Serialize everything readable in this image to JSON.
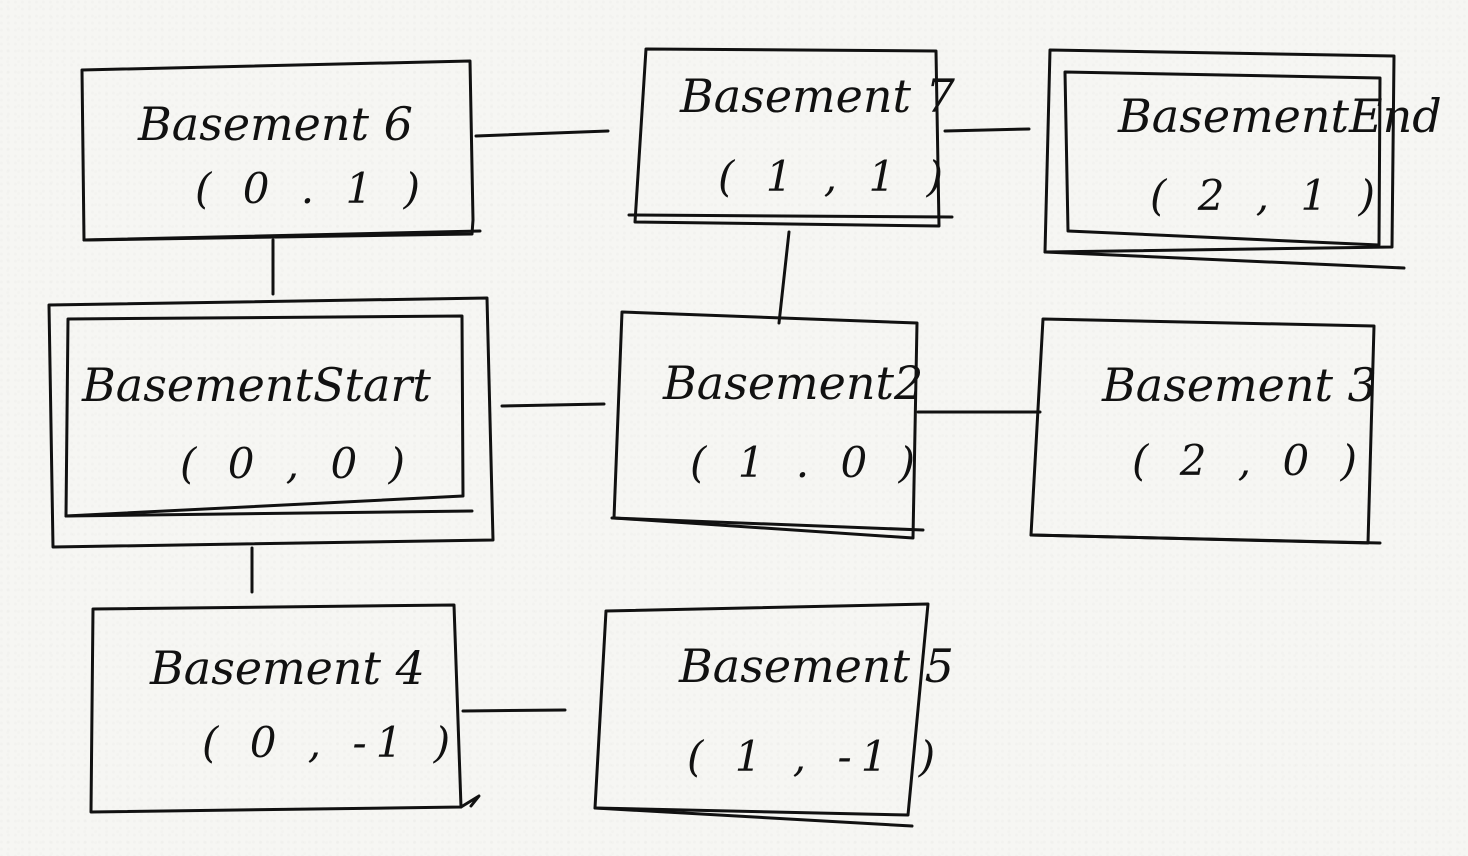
{
  "rooms": {
    "basement6": {
      "name": "Basement 6",
      "coord": "( 0 . 1 )"
    },
    "basement7": {
      "name": "Basement 7",
      "coord": "( 1 , 1 )"
    },
    "basementEnd": {
      "name": "BasementEnd",
      "coord": "( 2 , 1 )"
    },
    "basementStart": {
      "name": "BasementStart",
      "coord": "( 0 , 0 )"
    },
    "basement2": {
      "name": "Basement2",
      "coord": "( 1 . 0 )"
    },
    "basement3": {
      "name": "Basement 3",
      "coord": "( 2 , 0 )"
    },
    "basement4": {
      "name": "Basement 4",
      "coord": "( 0 , -1 )"
    },
    "basement5": {
      "name": "Basement 5",
      "coord": "( 1 , -1 )"
    }
  }
}
